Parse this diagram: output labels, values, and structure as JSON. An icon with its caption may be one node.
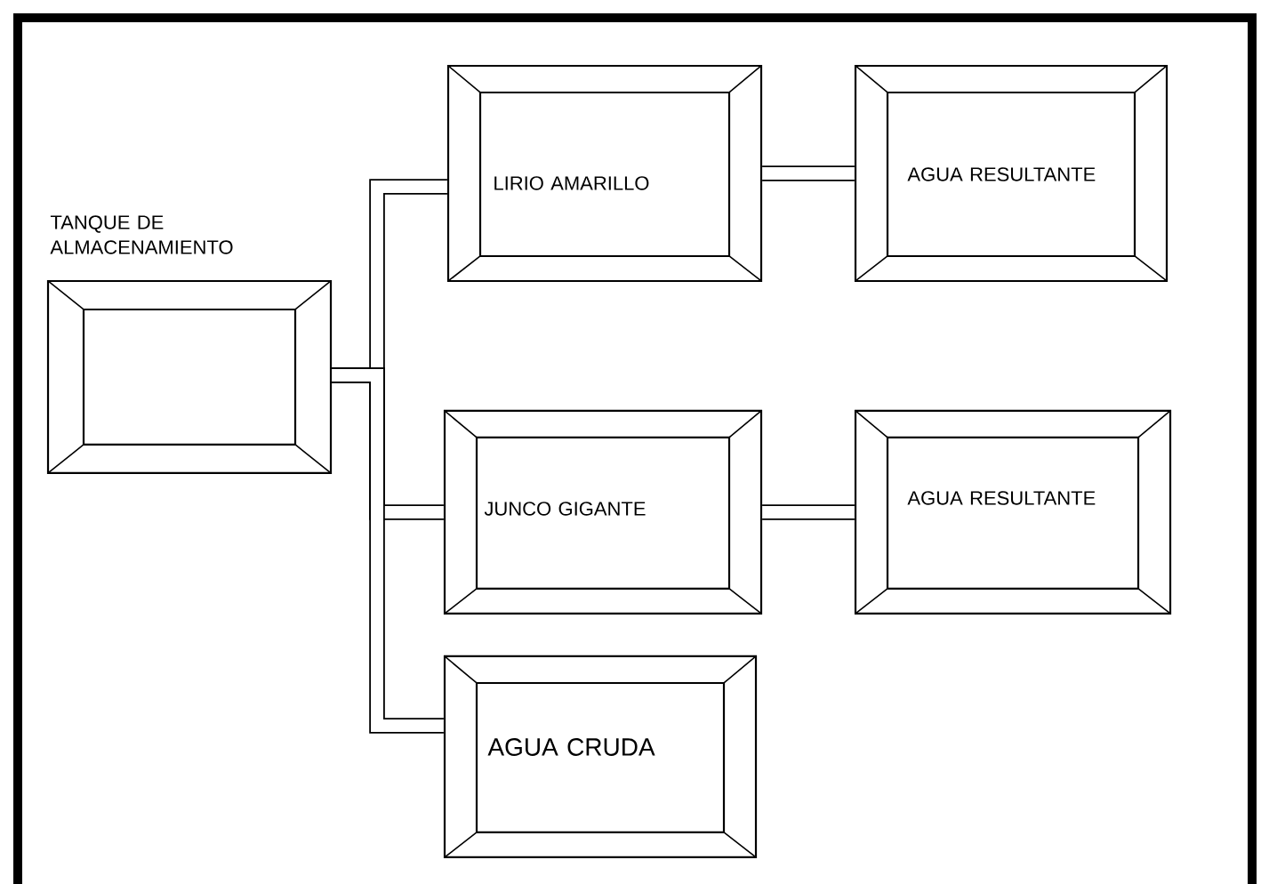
{
  "diagram": {
    "nodes": [
      {
        "text": [
          "TANQUE DE ALMACENAMIENTO"
        ]
      },
      {
        "text": [
          "LIRIO AMARILLO"
        ]
      },
      {
        "text": [
          "AGUA RESULTANTE"
        ]
      },
      {
        "text": [
          "JUNCO GIGANTE"
        ]
      },
      {
        "text": [
          "AGUA RESULTANTE"
        ]
      },
      {
        "text": [
          "AGUA CRUDA"
        ]
      }
    ],
    "edges": [
      {
        "from": 0,
        "to": 1,
        "arrow": "none"
      },
      {
        "from": 0,
        "to": 3,
        "arrow": "none"
      },
      {
        "from": 0,
        "to": 5,
        "arrow": "none"
      },
      {
        "from": 1,
        "to": 2,
        "arrow": "none"
      },
      {
        "from": 3,
        "to": 4,
        "arrow": "none"
      }
    ]
  }
}
